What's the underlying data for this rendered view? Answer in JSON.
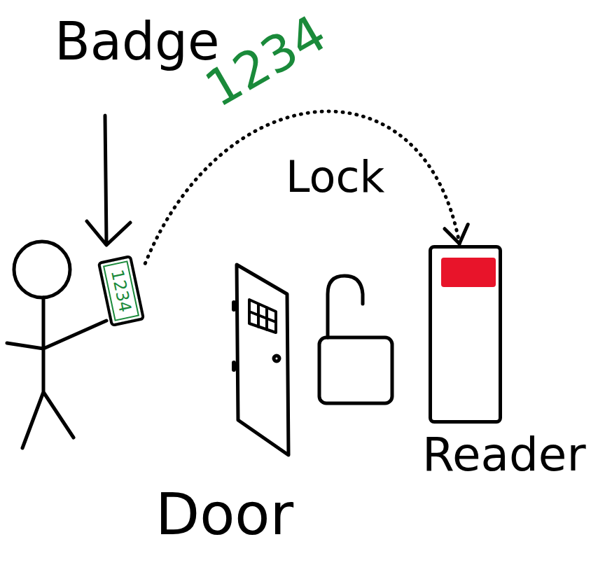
{
  "diagram": {
    "nodes": [
      {
        "text": [
          "1234"
        ]
      },
      {
        "text": [
          "Reader"
        ]
      }
    ],
    "edges": [
      {
        "from": 0,
        "to": 1,
        "label": "1234",
        "arrow": "to"
      }
    ],
    "labels": [
      "Badge",
      "Lock",
      "Door"
    ]
  }
}
